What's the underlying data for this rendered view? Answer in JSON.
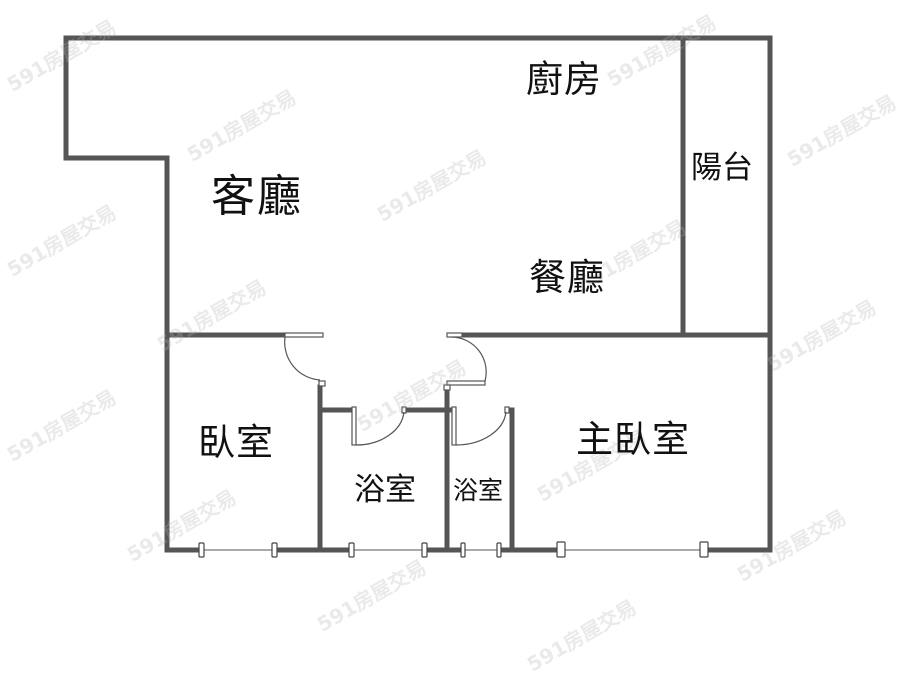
{
  "floor_plan": {
    "rooms": [
      {
        "id": "living",
        "label": "客廳"
      },
      {
        "id": "kitchen",
        "label": "廚房"
      },
      {
        "id": "dining",
        "label": "餐廳"
      },
      {
        "id": "balcony",
        "label": "陽台"
      },
      {
        "id": "bedroom",
        "label": "臥室"
      },
      {
        "id": "bath1",
        "label": "浴室"
      },
      {
        "id": "bath2",
        "label": "浴室"
      },
      {
        "id": "master",
        "label": "主臥室"
      }
    ],
    "watermark": "591房屋交易",
    "colors": {
      "wall": "#555555",
      "background": "#ffffff",
      "text": "#111111"
    }
  }
}
